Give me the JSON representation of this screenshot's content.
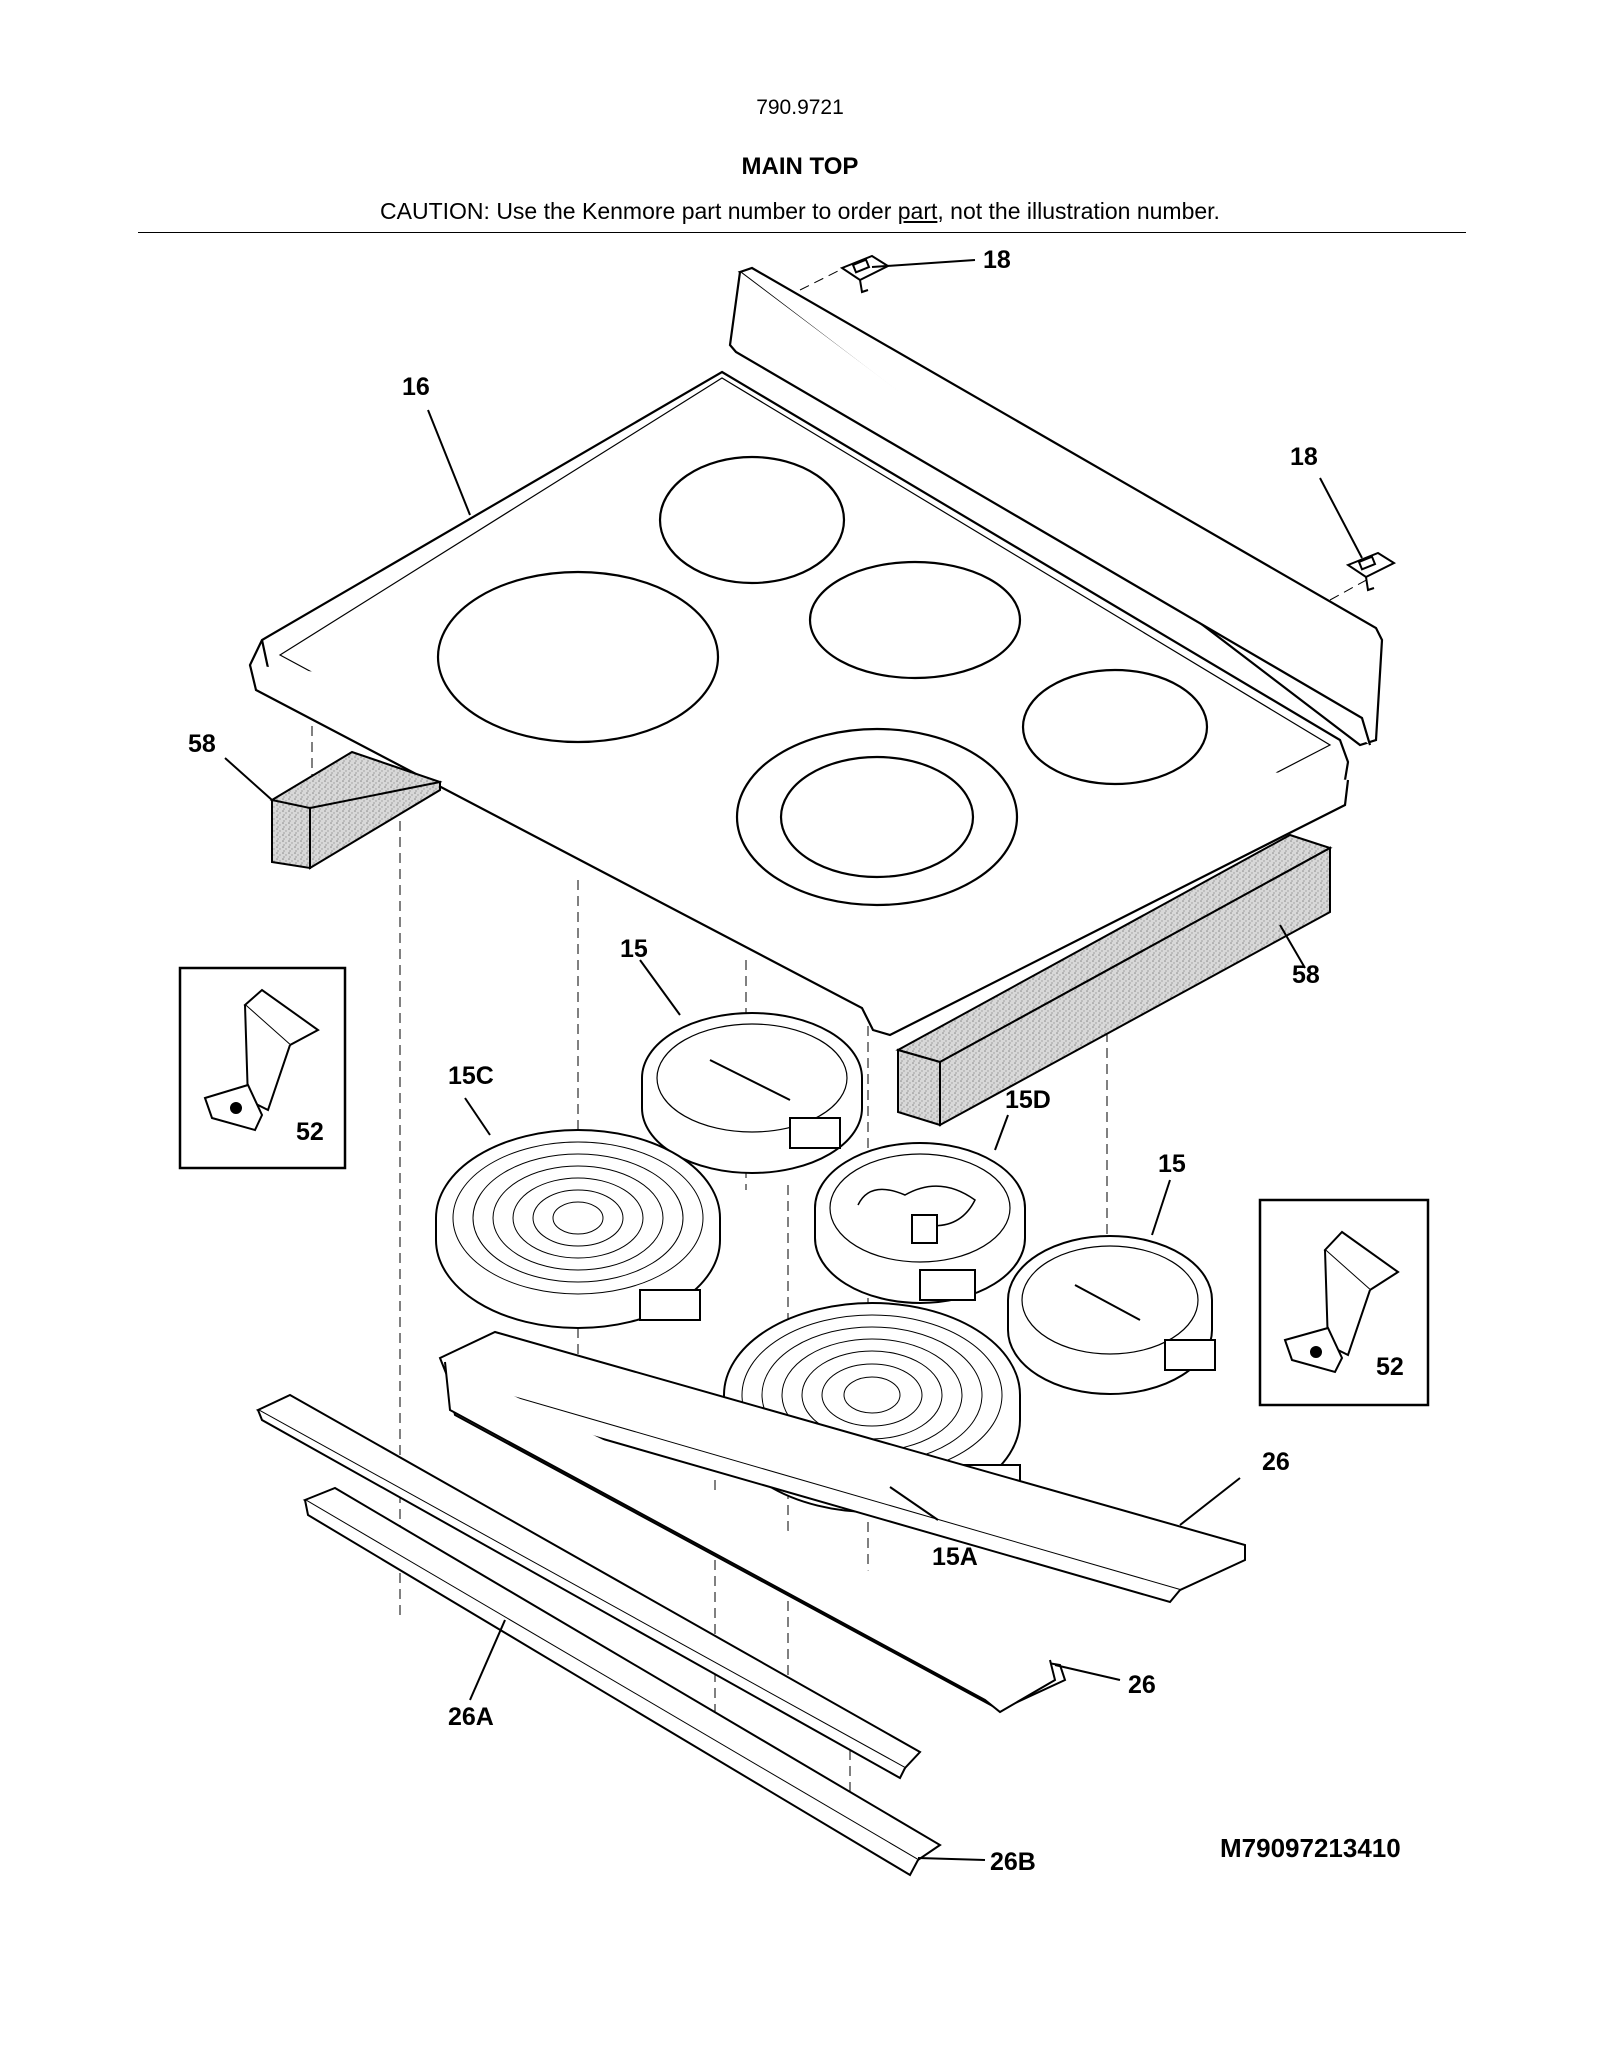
{
  "header": {
    "model_number": "790.9721",
    "section_title": "MAIN TOP",
    "caution_prefix": "CAUTION: Use the Kenmore part number to order ",
    "caution_link": "part",
    "caution_suffix": ", not the illustration number."
  },
  "callouts": {
    "c18a": "18",
    "c16": "16",
    "c18b": "18",
    "c58a": "58",
    "c58b": "58",
    "c15a_top": "15",
    "c15c": "15C",
    "c52a": "52",
    "c15d": "15D",
    "c15b": "15",
    "c52b": "52",
    "c26a": "26",
    "c15A": "15A",
    "c26b": "26",
    "c26A": "26A",
    "c26B": "26B"
  },
  "diagram_code": "M79097213410"
}
